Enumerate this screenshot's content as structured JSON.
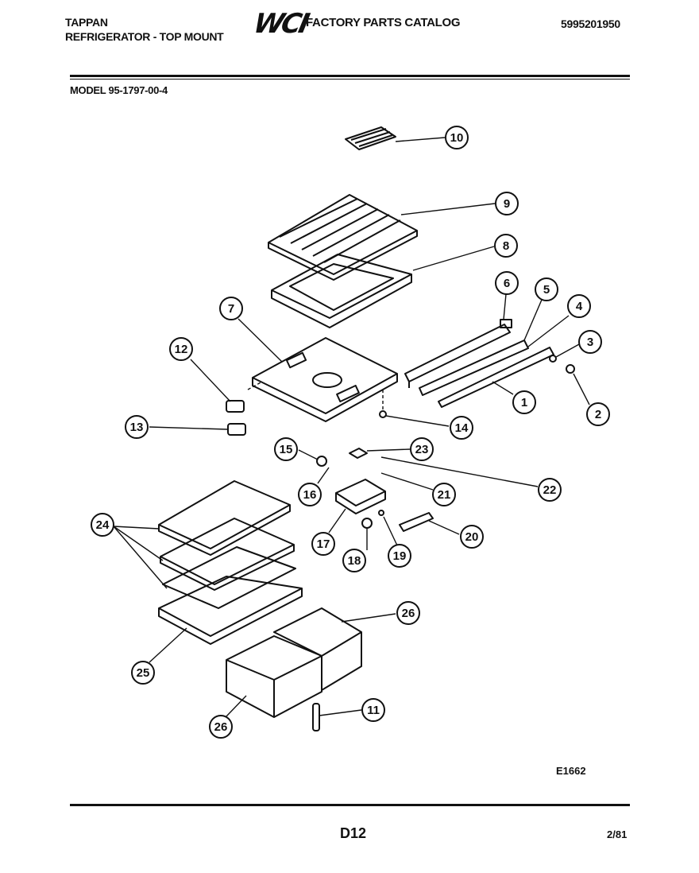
{
  "header": {
    "brand": "TAPPAN",
    "subtitle": "REFRIGERATOR - TOP MOUNT",
    "logo": "WCI",
    "catalog": "FACTORY PARTS CATALOG",
    "part_number": "5995201950"
  },
  "model": "MODEL 95-1797-00-4",
  "callouts": [
    "10",
    "9",
    "8",
    "7",
    "6",
    "5",
    "4",
    "3",
    "2",
    "1",
    "12",
    "13",
    "14",
    "15",
    "23",
    "16",
    "21",
    "22",
    "17",
    "18",
    "19",
    "20",
    "24",
    "26",
    "25",
    "26",
    "11"
  ],
  "footer": {
    "drawing_number": "E1662",
    "page": "D12",
    "date": "2/81"
  }
}
